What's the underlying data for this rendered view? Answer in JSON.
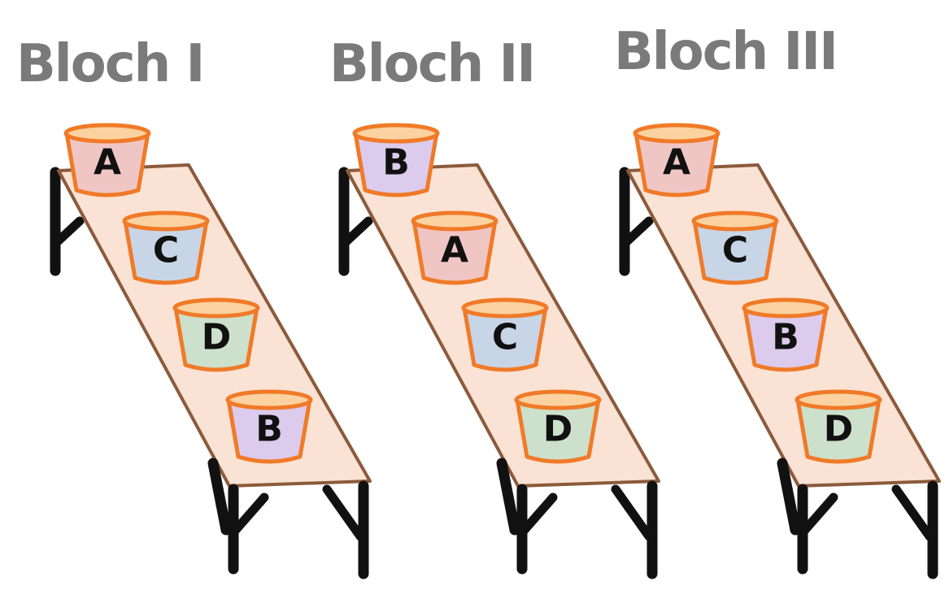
{
  "colors": {
    "board_fill": "#fae3d4",
    "board_edge": "#8b5a3c",
    "leg": "#111111",
    "pot_rim": "#f07a28",
    "pot_inner": "#fbd2a0",
    "treatments": {
      "A": "#f0c6c4",
      "B": "#dccbec",
      "C": "#c8d5e6",
      "D": "#cce0cb"
    }
  },
  "blocks": [
    {
      "title": "Bloch I",
      "pots": [
        "A",
        "C",
        "D",
        "B"
      ]
    },
    {
      "title": "Bloch II",
      "pots": [
        "B",
        "A",
        "C",
        "D"
      ]
    },
    {
      "title": "Bloch III",
      "pots": [
        "A",
        "C",
        "B",
        "D"
      ]
    }
  ]
}
